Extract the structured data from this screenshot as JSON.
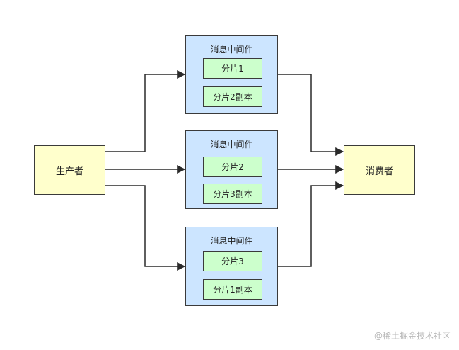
{
  "producer": {
    "label": "生产者"
  },
  "consumer": {
    "label": "消费者"
  },
  "clusters": [
    {
      "title": "消息中间件",
      "shards": [
        "分片1",
        "分片2副本"
      ]
    },
    {
      "title": "消息中间件",
      "shards": [
        "分片2",
        "分片3副本"
      ]
    },
    {
      "title": "消息中间件",
      "shards": [
        "分片3",
        "分片1副本"
      ]
    }
  ],
  "watermark": "@稀土掘金技术社区",
  "colors": {
    "endpoint_fill": "#ffffcc",
    "cluster_fill": "#cce5ff",
    "shard_fill": "#ccffcc",
    "stroke": "#3a3a3a"
  }
}
